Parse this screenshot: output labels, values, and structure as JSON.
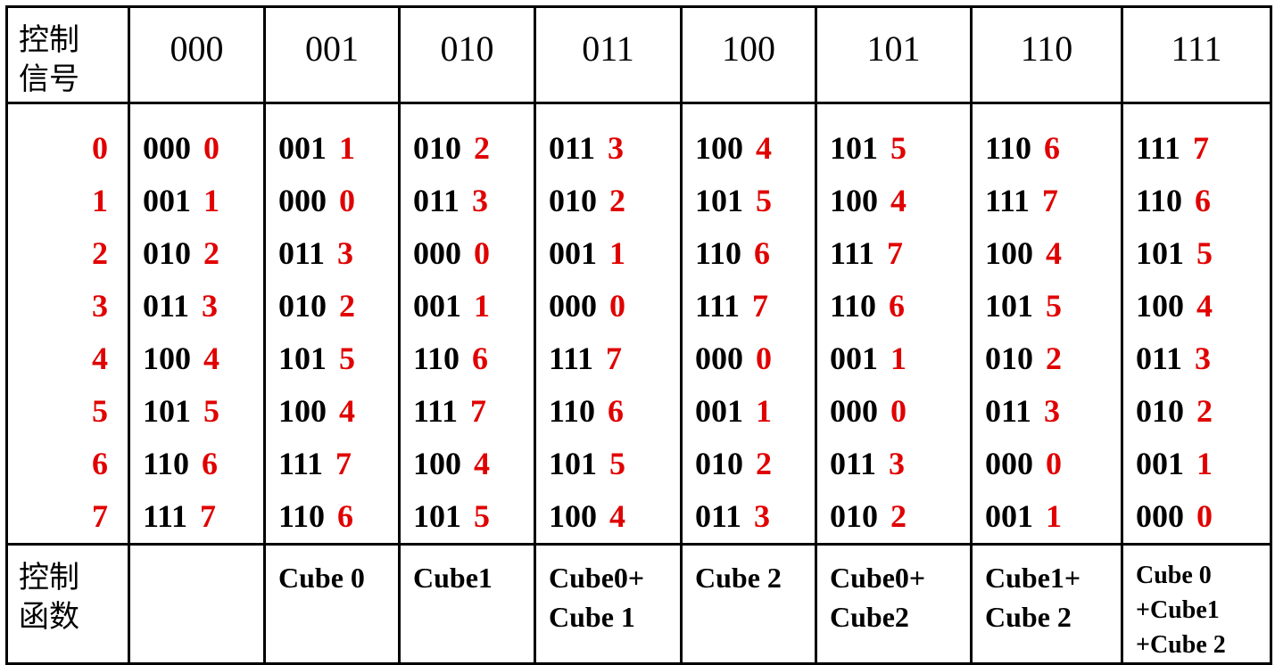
{
  "header": {
    "label": [
      "控制",
      "信号"
    ],
    "codes": [
      "000",
      "001",
      "010",
      "011",
      "100",
      "101",
      "110",
      "111"
    ]
  },
  "indices": [
    "0",
    "1",
    "2",
    "3",
    "4",
    "5",
    "6",
    "7"
  ],
  "columns": [
    [
      [
        "000",
        "0"
      ],
      [
        "001",
        "1"
      ],
      [
        "010",
        "2"
      ],
      [
        "011",
        "3"
      ],
      [
        "100",
        "4"
      ],
      [
        "101",
        "5"
      ],
      [
        "110",
        "6"
      ],
      [
        "111",
        "7"
      ]
    ],
    [
      [
        "001",
        "1"
      ],
      [
        "000",
        "0"
      ],
      [
        "011",
        "3"
      ],
      [
        "010",
        "2"
      ],
      [
        "101",
        "5"
      ],
      [
        "100",
        "4"
      ],
      [
        "111",
        "7"
      ],
      [
        "110",
        "6"
      ]
    ],
    [
      [
        "010",
        "2"
      ],
      [
        "011",
        "3"
      ],
      [
        "000",
        "0"
      ],
      [
        "001",
        "1"
      ],
      [
        "110",
        "6"
      ],
      [
        "111",
        "7"
      ],
      [
        "100",
        "4"
      ],
      [
        "101",
        "5"
      ]
    ],
    [
      [
        "011",
        "3"
      ],
      [
        "010",
        "2"
      ],
      [
        "001",
        "1"
      ],
      [
        "000",
        "0"
      ],
      [
        "111",
        "7"
      ],
      [
        "110",
        "6"
      ],
      [
        "101",
        "5"
      ],
      [
        "100",
        "4"
      ]
    ],
    [
      [
        "100",
        "4"
      ],
      [
        "101",
        "5"
      ],
      [
        "110",
        "6"
      ],
      [
        "111",
        "7"
      ],
      [
        "000",
        "0"
      ],
      [
        "001",
        "1"
      ],
      [
        "010",
        "2"
      ],
      [
        "011",
        "3"
      ]
    ],
    [
      [
        "101",
        "5"
      ],
      [
        "100",
        "4"
      ],
      [
        "111",
        "7"
      ],
      [
        "110",
        "6"
      ],
      [
        "001",
        "1"
      ],
      [
        "000",
        "0"
      ],
      [
        "011",
        "3"
      ],
      [
        "010",
        "2"
      ]
    ],
    [
      [
        "110",
        "6"
      ],
      [
        "111",
        "7"
      ],
      [
        "100",
        "4"
      ],
      [
        "101",
        "5"
      ],
      [
        "010",
        "2"
      ],
      [
        "011",
        "3"
      ],
      [
        "000",
        "0"
      ],
      [
        "001",
        "1"
      ]
    ],
    [
      [
        "111",
        "7"
      ],
      [
        "110",
        "6"
      ],
      [
        "101",
        "5"
      ],
      [
        "100",
        "4"
      ],
      [
        "011",
        "3"
      ],
      [
        "010",
        "2"
      ],
      [
        "001",
        "1"
      ],
      [
        "000",
        "0"
      ]
    ]
  ],
  "footer": {
    "label": [
      "控制",
      "函数"
    ],
    "functions": [
      [],
      [
        "Cube 0"
      ],
      [
        "Cube1"
      ],
      [
        "Cube0+",
        "Cube 1"
      ],
      [
        "Cube 2"
      ],
      [
        "Cube0+",
        "Cube2"
      ],
      [
        "Cube1+",
        "Cube 2"
      ],
      [
        "Cube 0",
        "+Cube1",
        "+Cube 2"
      ]
    ]
  }
}
